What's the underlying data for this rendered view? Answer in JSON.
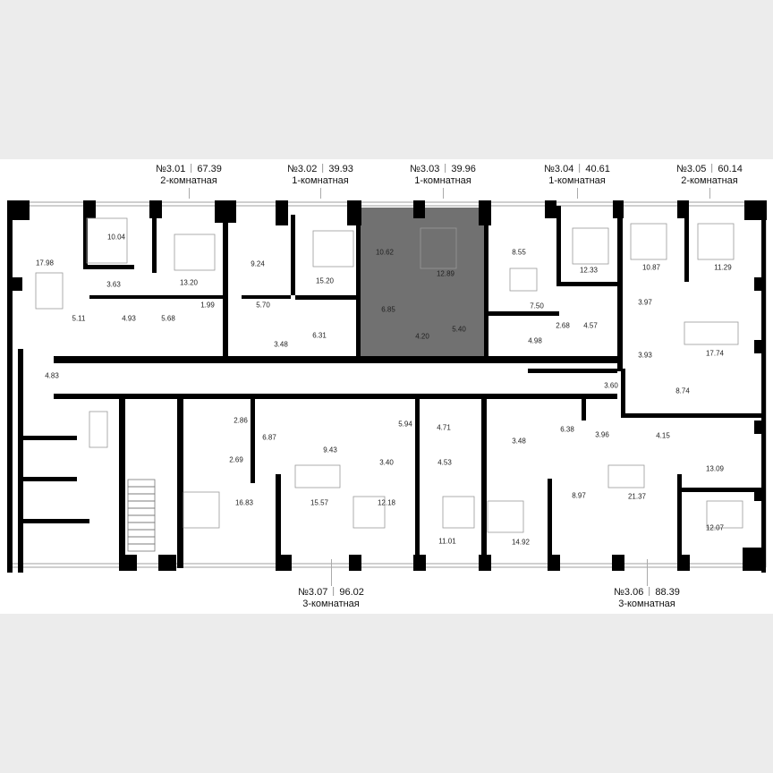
{
  "highlight_color": "#717171",
  "wall_color": "#000000",
  "apartments": [
    {
      "number": "№3.01",
      "area": "67.39",
      "type": "2-комнатная"
    },
    {
      "number": "№3.02",
      "area": "39.93",
      "type": "1-комнатная"
    },
    {
      "number": "№3.03",
      "area": "39.96",
      "type": "1-комнатная",
      "highlighted": true
    },
    {
      "number": "№3.04",
      "area": "40.61",
      "type": "1-комнатная"
    },
    {
      "number": "№3.05",
      "area": "60.14",
      "type": "2-комнатная"
    },
    {
      "number": "№3.07",
      "area": "96.02",
      "type": "3-комнатная"
    },
    {
      "number": "№3.06",
      "area": "88.39",
      "type": "3-комнатная"
    }
  ],
  "rooms": [
    "10.04",
    "17.98",
    "3.63",
    "13.20",
    "9.24",
    "15.20",
    "5.11",
    "4.93",
    "5.68",
    "1.99",
    "5.70",
    "3.48",
    "6.31",
    "10.62",
    "12.89",
    "6.85",
    "5.40",
    "4.20",
    "8.55",
    "12.33",
    "10.87",
    "11.29",
    "7.50",
    "2.68",
    "4.57",
    "4.98",
    "3.97",
    "3.93",
    "17.74",
    "3.60",
    "8.74",
    "4.83",
    "2.86",
    "6.87",
    "9.43",
    "2.69",
    "16.83",
    "15.57",
    "12.18",
    "5.94",
    "4.71",
    "3.40",
    "4.53",
    "3.48",
    "6.38",
    "3.96",
    "4.15",
    "13.09",
    "8.97",
    "21.37",
    "11.01",
    "14.92",
    "12.07"
  ]
}
